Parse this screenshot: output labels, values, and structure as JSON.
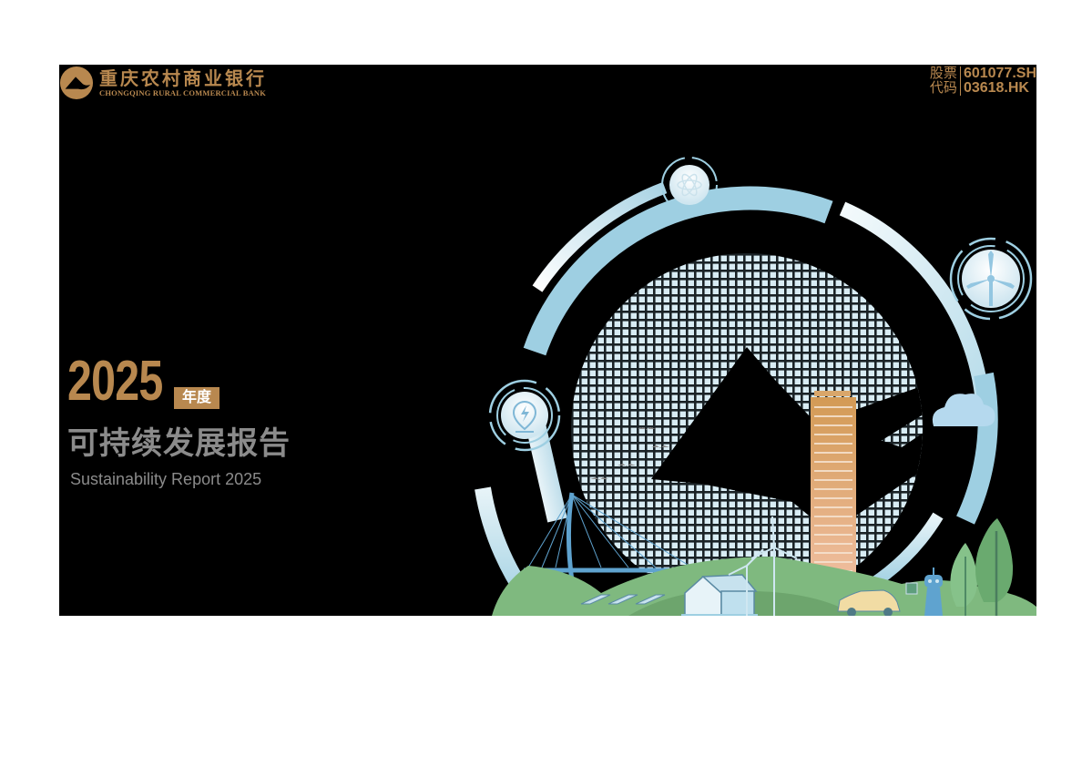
{
  "header": {
    "bank_name_cn": "重庆农村商业银行",
    "bank_name_en": "CHONGQING RURAL COMMERCIAL BANK",
    "logo_icon": "mountain-circle-logo-icon",
    "stock": {
      "label_line1": "股票",
      "label_line2": "代码",
      "code_sh": "601077.SH",
      "code_hk": "03618.HK"
    }
  },
  "title": {
    "year": "2025",
    "year_badge": "年度",
    "report_cn": "可持续发展报告",
    "report_en": "Sustainability Report 2025"
  },
  "illustration": {
    "description": "Circular ring with mesh globe, mountain silhouette, skyscraper, cable-stayed bridge, solar panels, green house, wind turbines, electric car with charger, robot, trees and cloud",
    "icons": [
      "atom-icon",
      "wind-turbine-icon",
      "lightning-pin-icon",
      "cloud-icon"
    ]
  },
  "colors": {
    "background": "#000000",
    "page": "#ffffff",
    "gold": "#b8884f",
    "gray_text": "#8b8b8b",
    "ring_blue": "#9ecfe2",
    "mesh_light": "#d8ecf4",
    "hill_green": "#7fb97f",
    "tower_orange": "#d9a66a"
  }
}
